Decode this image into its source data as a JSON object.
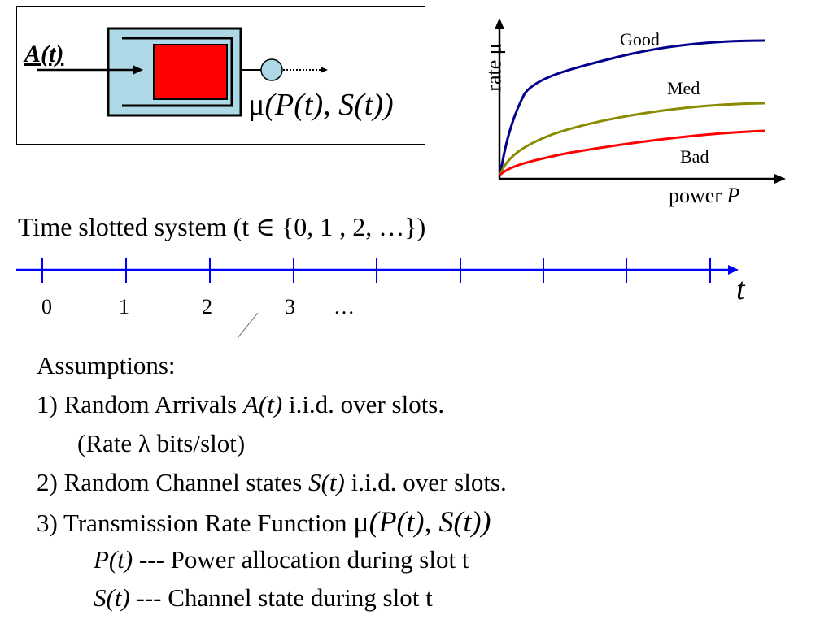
{
  "queue_diagram": {
    "arrival_label": "A(t)",
    "service_mu": "μ",
    "service_args": "(P(t), S(t))"
  },
  "rate_chart": {
    "y_axis_label": "rate μ",
    "x_axis_label": "power",
    "x_axis_var": "P",
    "curves": [
      {
        "name": "Good",
        "color": "#00008b"
      },
      {
        "name": "Med",
        "color": "#8b8b00"
      },
      {
        "name": "Bad",
        "color": "#ff0000"
      }
    ]
  },
  "timeline": {
    "title": "Time slotted system (t ∈ {0, 1 , 2, …})",
    "axis_var": "t",
    "tick_labels": [
      "0",
      "1",
      "2",
      "3",
      "…"
    ],
    "line_color": "#0000ff"
  },
  "assumptions": {
    "heading": "Assumptions:",
    "item1_prefix": "1)  Random Arrivals ",
    "item1_var": "A(t)",
    "item1_suffix": " i.i.d. over slots.",
    "item1_sub": "(Rate λ bits/slot)",
    "item2_prefix": "2)  Random Channel states ",
    "item2_var": "S(t)",
    "item2_suffix": " i.i.d. over slots.",
    "item3_prefix": "3)  Transmission Rate Function ",
    "item3_mu": "μ",
    "item3_args": "(P(t), S(t))",
    "def_p_var": "P(t)",
    "def_p_text": " --- Power allocation during slot t",
    "def_s_var": "S(t)",
    "def_s_text": " --- Channel state during slot t"
  }
}
